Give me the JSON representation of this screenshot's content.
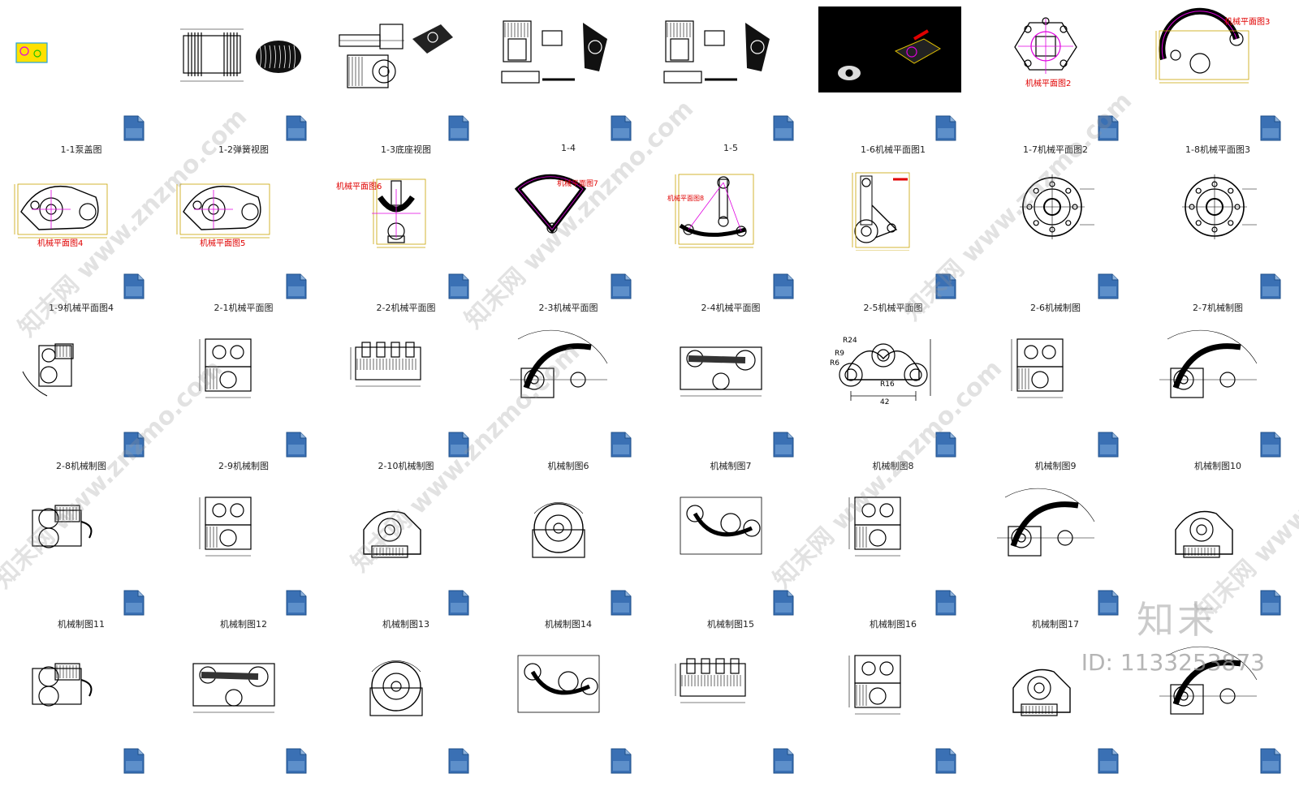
{
  "files": [
    {
      "label": "1-1泵盖图",
      "style": "tiny"
    },
    {
      "label": "1-2弹簧视图",
      "style": "spring"
    },
    {
      "label": "1-3底座视图",
      "style": "base"
    },
    {
      "label": "1-4",
      "style": "multi"
    },
    {
      "label": "1-5",
      "style": "multi"
    },
    {
      "label": "1-6机械平面图1",
      "style": "dark"
    },
    {
      "label": "1-7机械平面图2",
      "style": "flange",
      "title": "机械平面图2"
    },
    {
      "label": "1-8机械平面图3",
      "style": "arc",
      "title": "机械平面图3"
    },
    {
      "label": "1-9机械平面图4",
      "style": "arm",
      "title": "机械平面图4"
    },
    {
      "label": "2-1机械平面图",
      "style": "arm",
      "title": "机械平面图5"
    },
    {
      "label": "2-2机械平面图",
      "style": "fork",
      "title": "机械平面图6"
    },
    {
      "label": "2-3机械平面图",
      "style": "sector",
      "title": "机械平面图7"
    },
    {
      "label": "2-4机械平面图",
      "style": "lever",
      "title": "机械平面图8"
    },
    {
      "label": "2-5机械平面图",
      "style": "lever2"
    },
    {
      "label": "2-6机械制图",
      "style": "wheel"
    },
    {
      "label": "2-7机械制图",
      "style": "wheel"
    },
    {
      "label": "2-8机械制图",
      "style": "bw1"
    },
    {
      "label": "2-9机械制图",
      "style": "bw2"
    },
    {
      "label": "2-10机械制图",
      "style": "bw3"
    },
    {
      "label": "机械制图6",
      "style": "bw4"
    },
    {
      "label": "机械制图7",
      "style": "bw5"
    },
    {
      "label": "机械制图8",
      "style": "link",
      "dims": [
        "R24",
        "R9",
        "R6",
        "R16",
        "42"
      ]
    },
    {
      "label": "机械制图9",
      "style": "bw2"
    },
    {
      "label": "机械制图10",
      "style": "bw4"
    },
    {
      "label": "机械制图11",
      "style": "bw6"
    },
    {
      "label": "机械制图12",
      "style": "bw2"
    },
    {
      "label": "机械制图13",
      "style": "bw7"
    },
    {
      "label": "机械制图14",
      "style": "bw8"
    },
    {
      "label": "机械制图15",
      "style": "bw9"
    },
    {
      "label": "机械制图16",
      "style": "bw2"
    },
    {
      "label": "机械制图17",
      "style": "bw4"
    },
    {
      "label": "",
      "style": "bw7"
    },
    {
      "label": "",
      "style": "bw6"
    },
    {
      "label": "",
      "style": "bw5"
    },
    {
      "label": "",
      "style": "bw8"
    },
    {
      "label": "",
      "style": "bw9"
    },
    {
      "label": "",
      "style": "bw3"
    },
    {
      "label": "",
      "style": "bw2"
    },
    {
      "label": "",
      "style": "bw7"
    },
    {
      "label": "",
      "style": "bw4"
    }
  ],
  "watermark": {
    "text": "知末网 www.znzmo.com",
    "logo": "知末",
    "id": "ID: 1133253873"
  },
  "colors": {
    "line": "#000000",
    "dim": "#c9a400",
    "center": "#e000e0",
    "red": "#e00000",
    "icon": "#2f5f9c"
  }
}
